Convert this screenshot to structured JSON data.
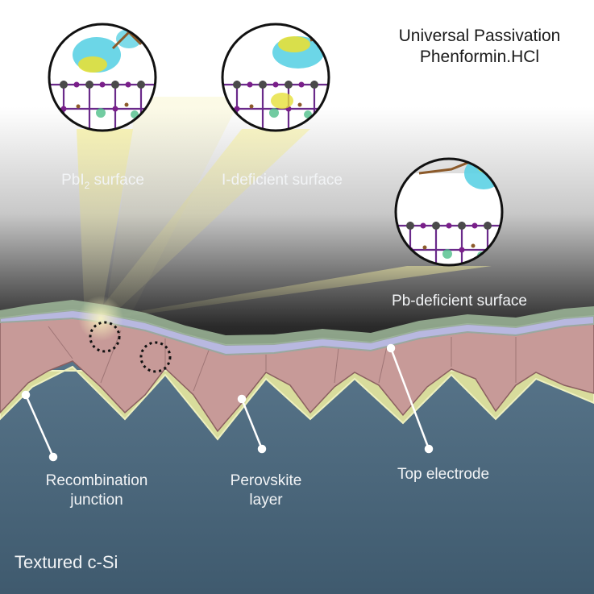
{
  "title": {
    "line1": "Universal Passivation",
    "line2": "Phenformin.HCl"
  },
  "surfaces": [
    {
      "prefix": "PbI",
      "sub": "2",
      "suffix": " surface"
    },
    {
      "label": "I-deficient surface"
    },
    {
      "label": "Pb-deficient surface"
    }
  ],
  "layers": {
    "recombination": {
      "line1": "Recombination",
      "line2": "junction"
    },
    "perovskite": {
      "line1": "Perovskite",
      "line2": "layer"
    },
    "top_electrode": "Top electrode",
    "substrate": "Textured c-Si"
  },
  "colors": {
    "perovskite": "#c79a98",
    "recombination_layer": "#d8dc9c",
    "top_electrode": "#b8b8e0",
    "silicon": "#4a667c",
    "isosurface_cyan": "#5cd2e4",
    "isosurface_yellow": "#e6e03a"
  }
}
